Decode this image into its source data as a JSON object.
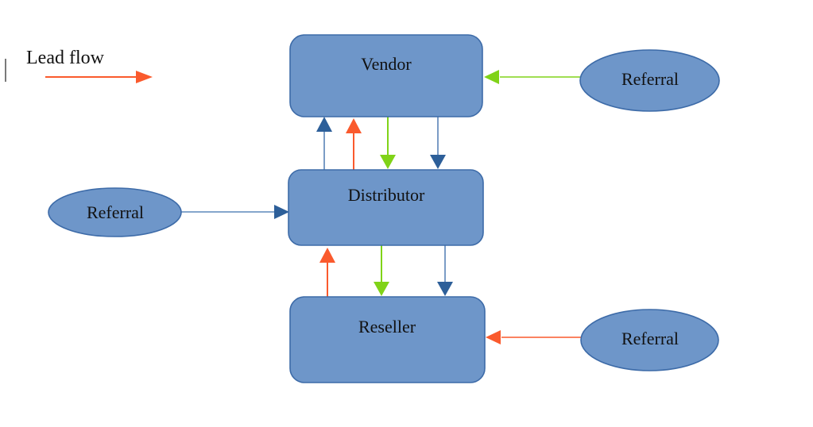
{
  "legend": {
    "label": "Lead flow"
  },
  "nodes": {
    "vendor": {
      "label": "Vendor",
      "shape": "rounded-rectangle"
    },
    "distributor": {
      "label": "Distributor",
      "shape": "rounded-rectangle"
    },
    "reseller": {
      "label": "Reseller",
      "shape": "rounded-rectangle"
    },
    "referral_top": {
      "label": "Referral",
      "shape": "ellipse"
    },
    "referral_left": {
      "label": "Referral",
      "shape": "ellipse"
    },
    "referral_bottom": {
      "label": "Referral",
      "shape": "ellipse"
    }
  },
  "edges": [
    {
      "from": "distributor",
      "to": "vendor",
      "color": "blue"
    },
    {
      "from": "distributor",
      "to": "vendor",
      "color": "red"
    },
    {
      "from": "vendor",
      "to": "distributor",
      "color": "green"
    },
    {
      "from": "vendor",
      "to": "distributor",
      "color": "blue"
    },
    {
      "from": "reseller",
      "to": "distributor",
      "color": "red"
    },
    {
      "from": "distributor",
      "to": "reseller",
      "color": "green"
    },
    {
      "from": "distributor",
      "to": "reseller",
      "color": "blue"
    },
    {
      "from": "referral_top",
      "to": "vendor",
      "color": "green"
    },
    {
      "from": "referral_left",
      "to": "distributor",
      "color": "blue"
    },
    {
      "from": "referral_bottom",
      "to": "reseller",
      "color": "red"
    }
  ],
  "colors": {
    "node_fill": "#6e96c9",
    "node_border": "#3d6ba8",
    "green": "#80d318",
    "red": "#fa5a2d",
    "blue_dark": "#2d5f99",
    "blue_line_light": "#7b9cc6",
    "blue_line_mid": "#5d88bc",
    "legend_tick": "#4d4d4d",
    "text": "#111111"
  }
}
